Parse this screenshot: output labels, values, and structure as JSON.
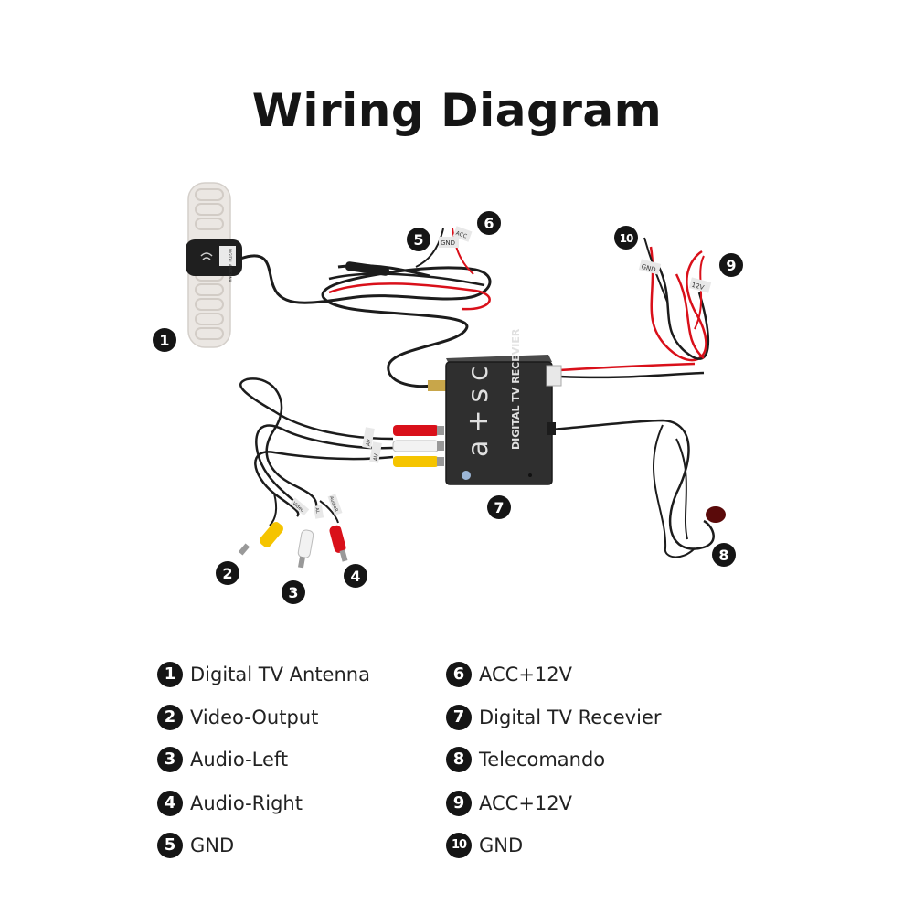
{
  "title": "Wiring Diagram",
  "device": {
    "logo_text": "a+sc",
    "label": "DIGITAL TV RECEVIER"
  },
  "antenna_tag": "DIGITAL ANTENNA",
  "wire_tags": {
    "gnd_left": "GND",
    "acc_left": "ACC",
    "gnd_right": "GND",
    "v12_right": "12V",
    "video": "Video",
    "audio_l": "AL",
    "audio_r": "AudioR",
    "av1": "AV",
    "av2": "AV"
  },
  "callouts": [
    "1",
    "2",
    "3",
    "4",
    "5",
    "6",
    "7",
    "8",
    "9",
    "10"
  ],
  "legend": [
    {
      "num": "1",
      "text": "Digital TV Antenna"
    },
    {
      "num": "2",
      "text": "Video-Output"
    },
    {
      "num": "3",
      "text": "Audio-Left"
    },
    {
      "num": "4",
      "text": "Audio-Right"
    },
    {
      "num": "5",
      "text": "GND"
    },
    {
      "num": "6",
      "text": "ACC+12V"
    },
    {
      "num": "7",
      "text": "Digital TV Recevier"
    },
    {
      "num": "8",
      "text": "Telecomando"
    },
    {
      "num": "9",
      "text": "ACC+12V"
    },
    {
      "num": "10",
      "text": "GND"
    }
  ],
  "colors": {
    "wire_black": "#1c1c1c",
    "wire_red": "#d9101a",
    "rca_yellow": "#f5c400",
    "rca_red": "#d9101a",
    "rca_white": "#f2f2f2",
    "box": "#2b2b2b",
    "antenna": "#e9e6e2"
  }
}
